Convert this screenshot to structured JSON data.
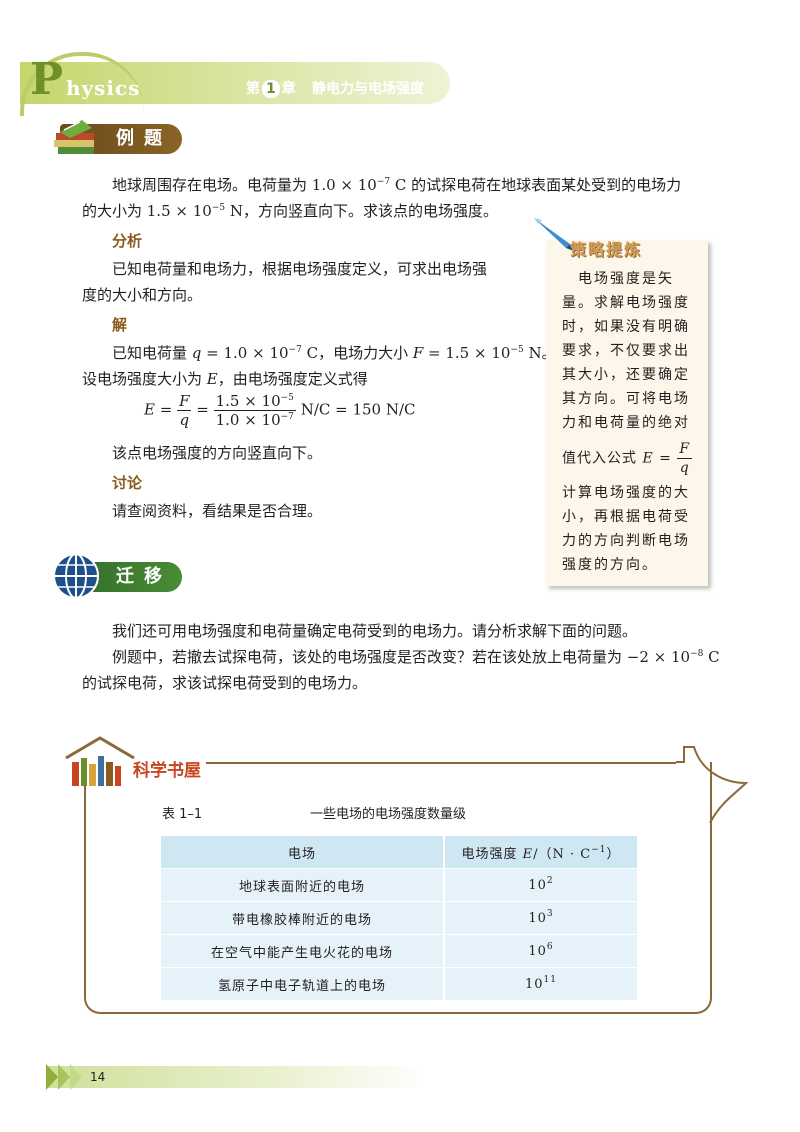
{
  "header": {
    "logo_p": "P",
    "logo_rest": "hysics",
    "chapter_prefix": "第",
    "chapter_num": "1",
    "chapter_suffix": "章",
    "chapter_title": "静电力与电场强度"
  },
  "example": {
    "banner": "例题",
    "q_line1_a": "地球周围存在电场。电荷量为 1.0 × 10",
    "q_line1_sup": "−7",
    "q_line1_b": " C 的试探电荷在地球表面某处受到的电场力",
    "q_line2_a": "的大小为 1.5 × 10",
    "q_line2_sup": "−5",
    "q_line2_b": " N，方向竖直向下。求该点的电场强度。",
    "analysis_heading": "分析",
    "analysis_line1": "已知电荷量和电场力，根据电场强度定义，可求出电场强",
    "analysis_line2": "度的大小和方向。",
    "solution_heading": "解",
    "sol_line1_a": "已知电荷量 ",
    "sol_line1_q": "q",
    "sol_line1_b": " = 1.0 × 10",
    "sol_line1_sup1": "−7",
    "sol_line1_c": " C，电场力大小 ",
    "sol_line1_F": "F",
    "sol_line1_d": " = 1.5 × 10",
    "sol_line1_sup2": "−5",
    "sol_line1_e": " N。",
    "sol_line2_a": "设电场强度大小为 ",
    "sol_line2_E": "E",
    "sol_line2_b": "，由电场强度定义式得",
    "eq_E": "E",
    "eq_eq1": " = ",
    "eq_F": "F",
    "eq_q": "q",
    "eq_eq2": " = ",
    "eq_num_a": "1.5 × 10",
    "eq_num_sup": "−5",
    "eq_den_a": "1.0 × 10",
    "eq_den_sup": "−7",
    "eq_result": " N/C = 150 N/C",
    "sol_line3": "该点电场强度的方向竖直向下。",
    "discuss_heading": "讨论",
    "discuss_line": "请查阅资料，看结果是否合理。"
  },
  "strategy": {
    "title": "策略提炼",
    "lines": [
      "　电场强度是矢",
      "量。求解电场强度",
      "时，如果没有明确",
      "要求，不仅要求出",
      "其大小，还要确定",
      "其方向。可将电场",
      "力和电荷量的绝对"
    ],
    "formula_prefix": "值代入公式 ",
    "formula_E": "E",
    "formula_eq": " = ",
    "formula_F": "F",
    "formula_q": "q",
    "lines_after": [
      "计算电场强度的大",
      "小，再根据电荷受",
      "力的方向判断电场",
      "强度的方向。"
    ]
  },
  "transfer": {
    "banner": "迁移",
    "line1": "我们还可用电场强度和电荷量确定电荷受到的电场力。请分析求解下面的问题。",
    "line2_a": "例题中，若撤去试探电荷，该处的电场强度是否改变？若在该处放上电荷量为 −2 × 10",
    "line2_sup": "−8",
    "line2_b": " C",
    "line3": "的试探电荷，求该试探电荷受到的电场力。"
  },
  "bookhouse": {
    "title": "科学书屋",
    "table_no": "表 1–1",
    "table_title": "一些电场的电场强度数量级",
    "col1": "电场",
    "col2_a": "电场强度 ",
    "col2_E": "E",
    "col2_b": "/（N · C",
    "col2_sup": "−1",
    "col2_c": "）",
    "rows": [
      {
        "field": "地球表面附近的电场",
        "base": "10",
        "exp": "2"
      },
      {
        "field": "带电橡胶棒附近的电场",
        "base": "10",
        "exp": "3"
      },
      {
        "field": "在空气中能产生电火花的电场",
        "base": "10",
        "exp": "6"
      },
      {
        "field": "氢原子中电子轨道上的电场",
        "base": "10",
        "exp": "11"
      }
    ]
  },
  "footer": {
    "page_number": "14"
  },
  "colors": {
    "header_green": "#c4d66b",
    "logo_green": "#6f8f2a",
    "heading_brown": "#8a5a1e",
    "table_blue": "#cfe6f3",
    "kxsw_red": "#c8451f"
  }
}
